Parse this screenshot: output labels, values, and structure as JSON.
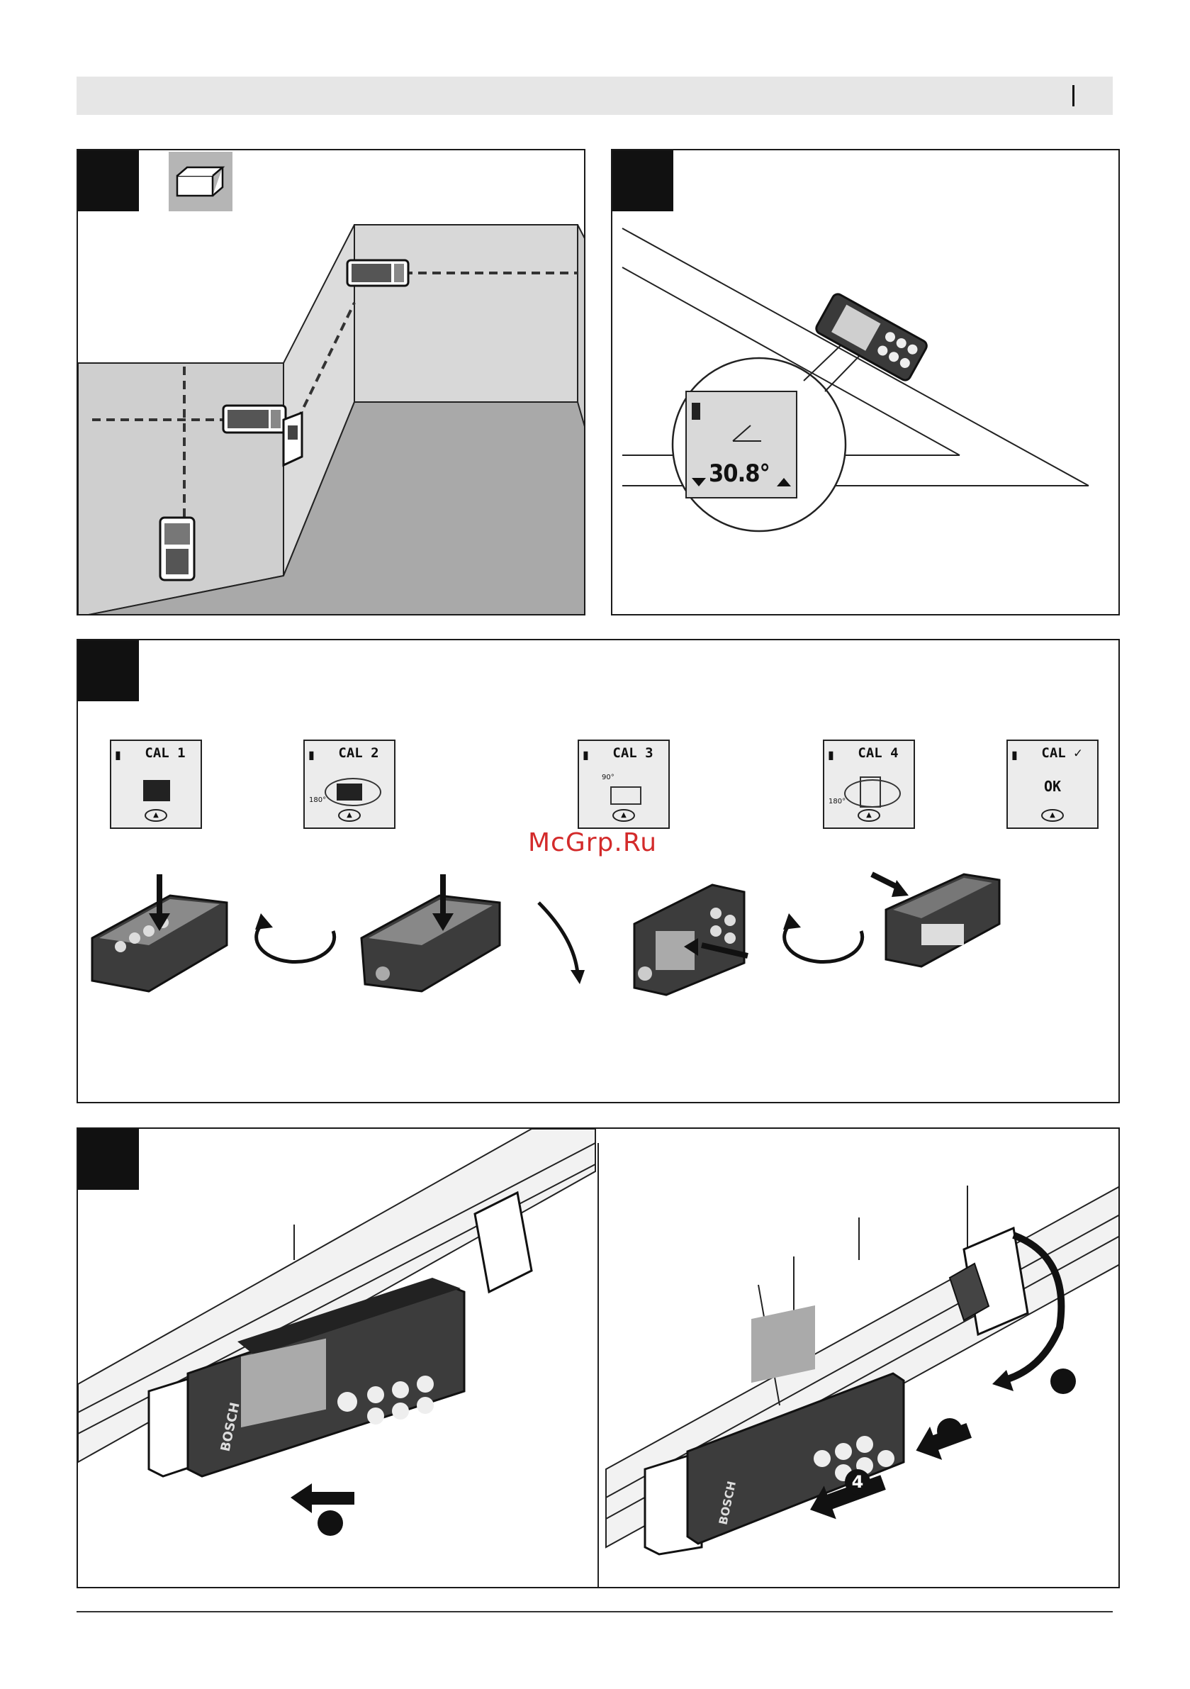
{
  "watermark": "McGrp.Ru",
  "fig2": {
    "angle_reading": "30.8°"
  },
  "fig3": {
    "screens": [
      {
        "label": "CAL 1",
        "center": ""
      },
      {
        "label": "CAL 2",
        "center": ""
      },
      {
        "label": "CAL 3",
        "center": ""
      },
      {
        "label": "CAL 4",
        "center": ""
      },
      {
        "label": "CAL ✓",
        "center": "OK"
      }
    ],
    "angle_marks": {
      "cal2": "180°",
      "cal3": "90°",
      "cal4": "180°"
    }
  },
  "fig4": {
    "step_badges": [
      "",
      "",
      "",
      "4"
    ],
    "brand": "BOSCH"
  },
  "colors": {
    "panel_border": "#1a1a1a",
    "header_bar": "#e6e6e6",
    "watermark": "#d32b2b"
  }
}
